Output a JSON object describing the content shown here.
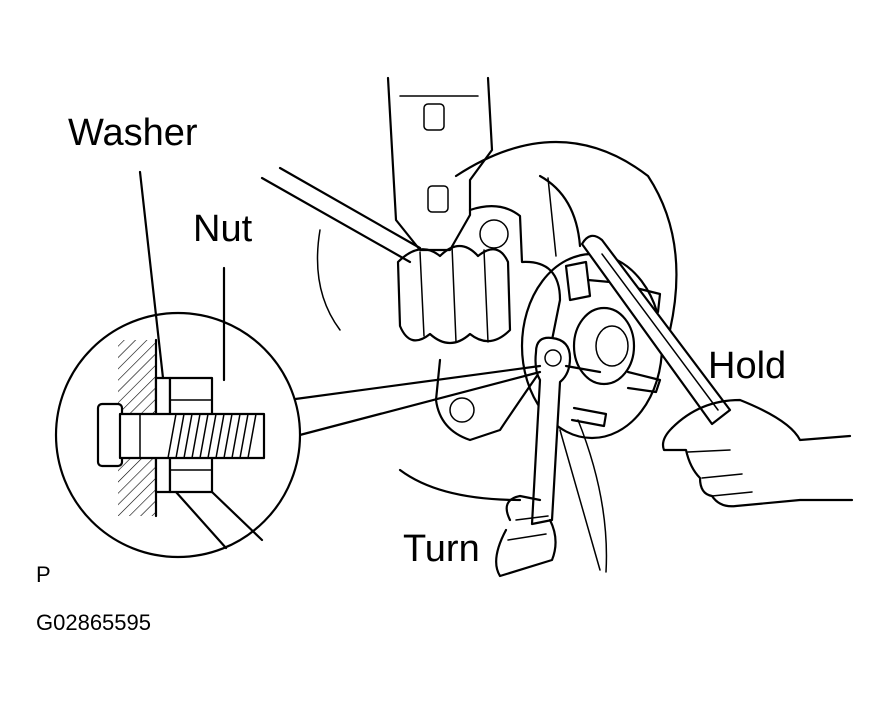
{
  "labels": {
    "washer": "Washer",
    "nut": "Nut",
    "hold": "Hold",
    "turn": "Turn",
    "view_mark": "P",
    "figure_code": "G02865595"
  }
}
